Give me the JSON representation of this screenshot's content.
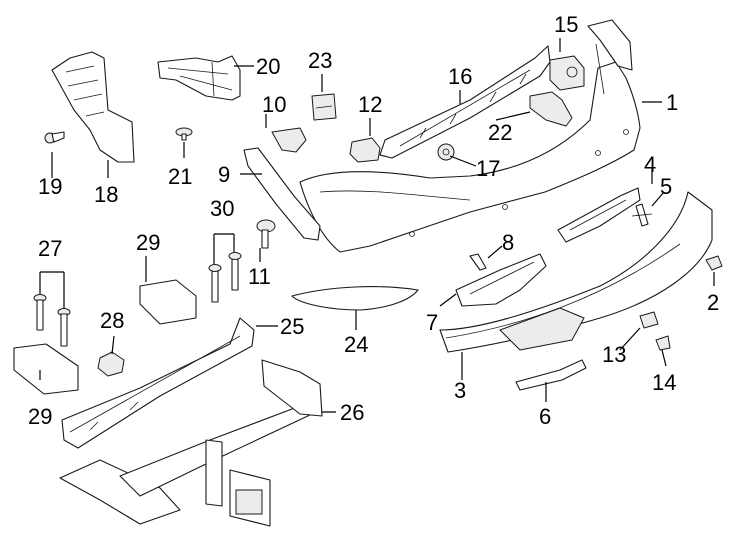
{
  "callouts": {
    "c1": "1",
    "c2": "2",
    "c3": "3",
    "c4": "4",
    "c5": "5",
    "c6": "6",
    "c7": "7",
    "c8": "8",
    "c9": "9",
    "c10": "10",
    "c11": "11",
    "c12": "12",
    "c13": "13",
    "c14": "14",
    "c15": "15",
    "c16": "16",
    "c17": "17",
    "c18": "18",
    "c19": "19",
    "c20": "20",
    "c21": "21",
    "c22": "22",
    "c23": "23",
    "c24": "24",
    "c25": "25",
    "c26": "26",
    "c27": "27",
    "c28": "28",
    "c29a": "29",
    "c29b": "29",
    "c30": "30"
  }
}
